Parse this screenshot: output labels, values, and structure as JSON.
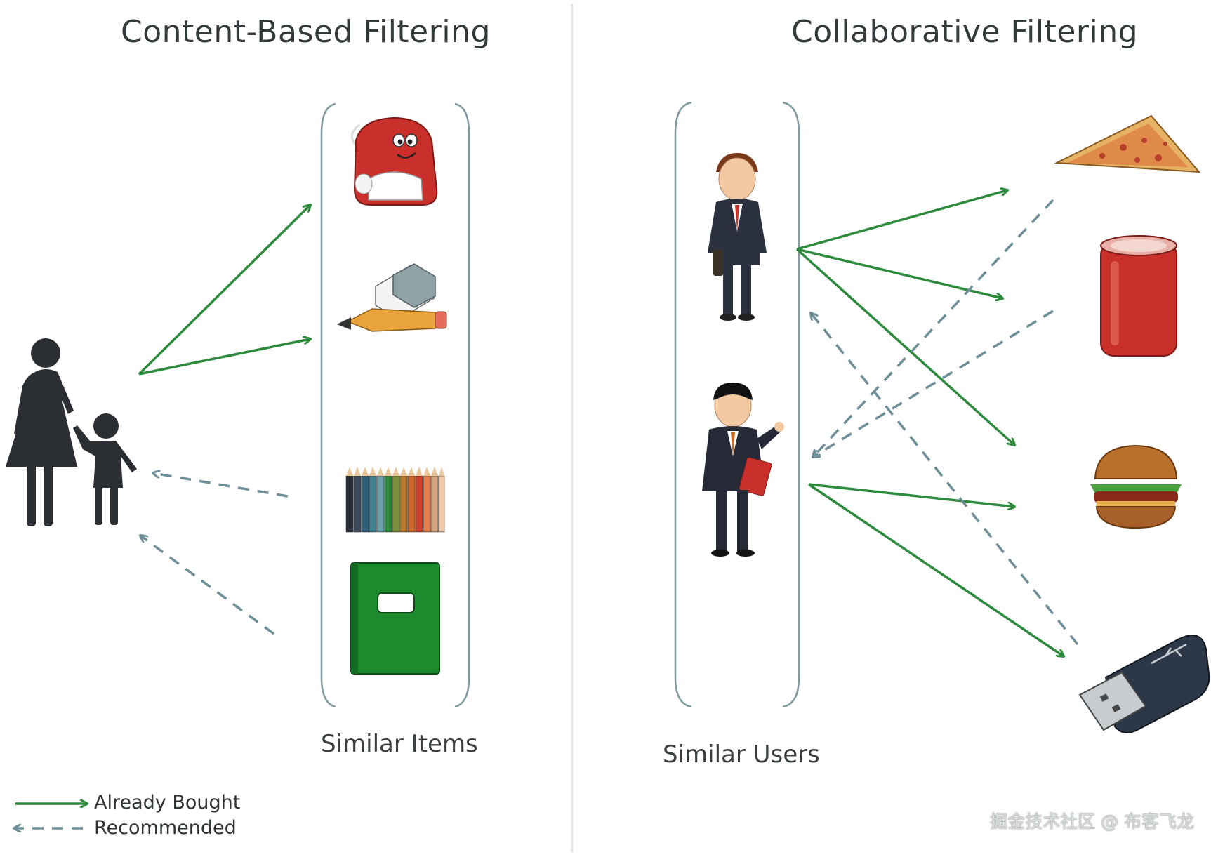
{
  "content_based": {
    "title": "Content-Based Filtering",
    "caption": "Similar Items"
  },
  "collaborative": {
    "title": "Collaborative Filtering",
    "caption": "Similar Users"
  },
  "legend": {
    "already_bought": "Already Bought",
    "recommended": "Recommended"
  },
  "watermark": "掘金技术社区 @ 布客飞龙",
  "colors": {
    "bought_arrow": "#2e8b3e",
    "recommended_arrow": "#6f8f98",
    "bracket": "#7f9a9e",
    "figure": "#2b2f33"
  }
}
